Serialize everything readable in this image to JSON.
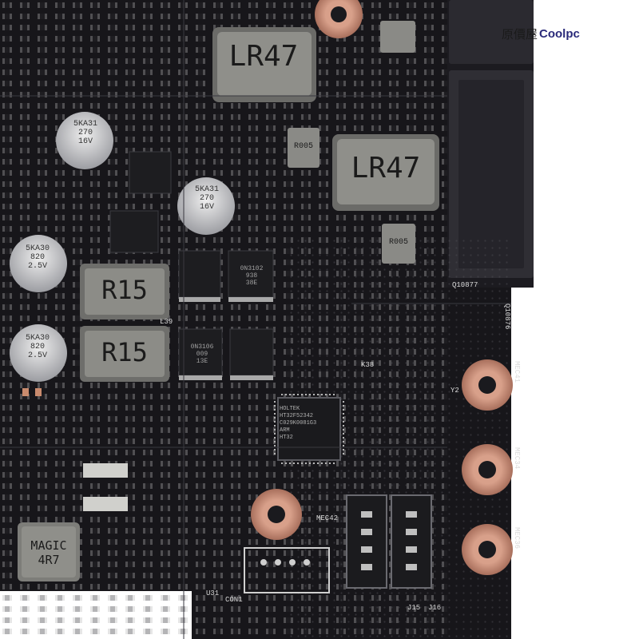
{
  "watermark": {
    "prefix": "原價屋",
    "brand": "Coolpc"
  },
  "inductors": {
    "large": "LR47",
    "power": "R15",
    "magic_line1": "MAGIC",
    "magic_line2": "4R7",
    "small": "R005"
  },
  "capacitors": {
    "cap_a": [
      "5KA31",
      "270",
      "16V"
    ],
    "cap_b": [
      "5KA30",
      "820",
      "2.5V"
    ]
  },
  "mosfets": {
    "a": [
      "0N3102",
      "938",
      "38E"
    ],
    "b": [
      "0N3106",
      "009",
      "13E"
    ]
  },
  "mcu": [
    "HOLTEK",
    "HT32F52342",
    "C029K0081G3",
    "ARM",
    "HT32"
  ],
  "labels": [
    "MEC41",
    "MEC34",
    "MEC36",
    "MEC42",
    "CON1",
    "J15",
    "J16",
    "Y2",
    "K38",
    "Q10877",
    "Q10876",
    "L39",
    "U31"
  ],
  "colors": {
    "pcb": "#17161a",
    "trace": "#2c2b31",
    "silk": "#d9d9d9",
    "copper": "#c9907a",
    "inductor": "#8c8c87",
    "inductor_text": "#1b1b1b",
    "cap_body": "#c8c9cc",
    "chip": "#1d1d20",
    "white_bg": "#ffffff"
  }
}
